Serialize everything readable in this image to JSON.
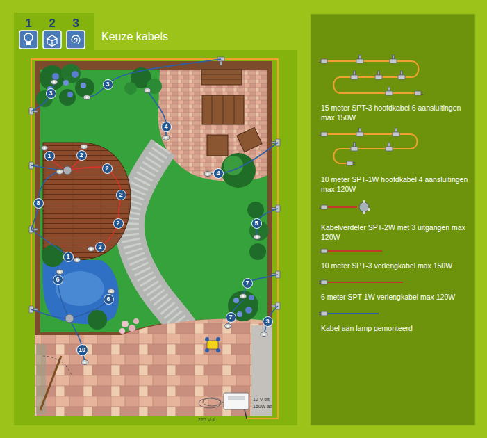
{
  "diagram": {
    "title": "Keuze kabels",
    "nodes": [
      {
        "text": [
          "3"
        ]
      },
      {
        "text": [
          "3"
        ]
      },
      {
        "text": [
          "4"
        ]
      },
      {
        "text": [
          "2"
        ]
      },
      {
        "text": [
          "1"
        ]
      },
      {
        "text": [
          "2"
        ]
      },
      {
        "text": [
          "4"
        ]
      },
      {
        "text": [
          "2"
        ]
      },
      {
        "text": [
          "8"
        ]
      },
      {
        "text": [
          "2"
        ]
      },
      {
        "text": [
          "5"
        ]
      },
      {
        "text": [
          "2"
        ]
      },
      {
        "text": [
          "1"
        ]
      },
      {
        "text": [
          "6"
        ]
      },
      {
        "text": [
          "7"
        ]
      },
      {
        "text": [
          "6"
        ]
      },
      {
        "text": [
          "7"
        ]
      },
      {
        "text": [
          "3"
        ]
      },
      {
        "text": [
          "10"
        ]
      }
    ],
    "labels": [
      "1",
      "2",
      "3",
      "12 V olt",
      "150W att",
      "220 Volt"
    ],
    "legend": [
      {
        "text": "15 meter SPT-3 hoofdkabel 6 aansluitingen max 150W"
      },
      {
        "text": "10 meter SPT-1W hoofdkabel 4 aansluitingen max 120W"
      },
      {
        "text": "Kabelverdeler SPT-2W met 3 uitgangen max 120W"
      },
      {
        "text": "10 meter SPT-3 verlengkabel max 150W"
      },
      {
        "text": "6 meter SPT-1W verlengkabel max 120W"
      },
      {
        "text": "Kabel aan lamp gemonteerd"
      }
    ]
  }
}
